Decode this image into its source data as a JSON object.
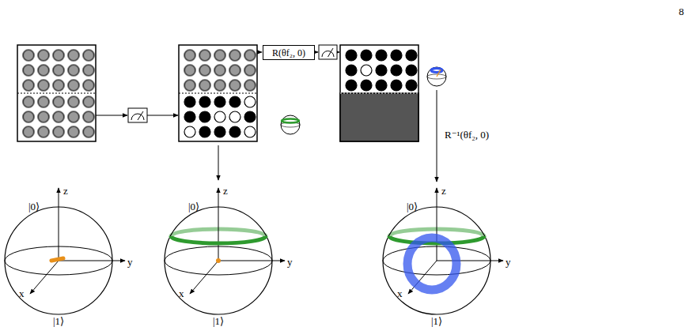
{
  "diagram": {
    "nodes": [
      {
        "text": [
          "R(θf₂, 0)"
        ]
      }
    ],
    "labels": [
      "8",
      "R⁻¹(θf₂, 0)",
      "|0⟩",
      "z",
      "x",
      "y",
      "|1⟩",
      "|0⟩",
      "z",
      "x",
      "y",
      "|1⟩",
      "|0⟩",
      "z",
      "x",
      "y",
      "|1⟩"
    ]
  }
}
